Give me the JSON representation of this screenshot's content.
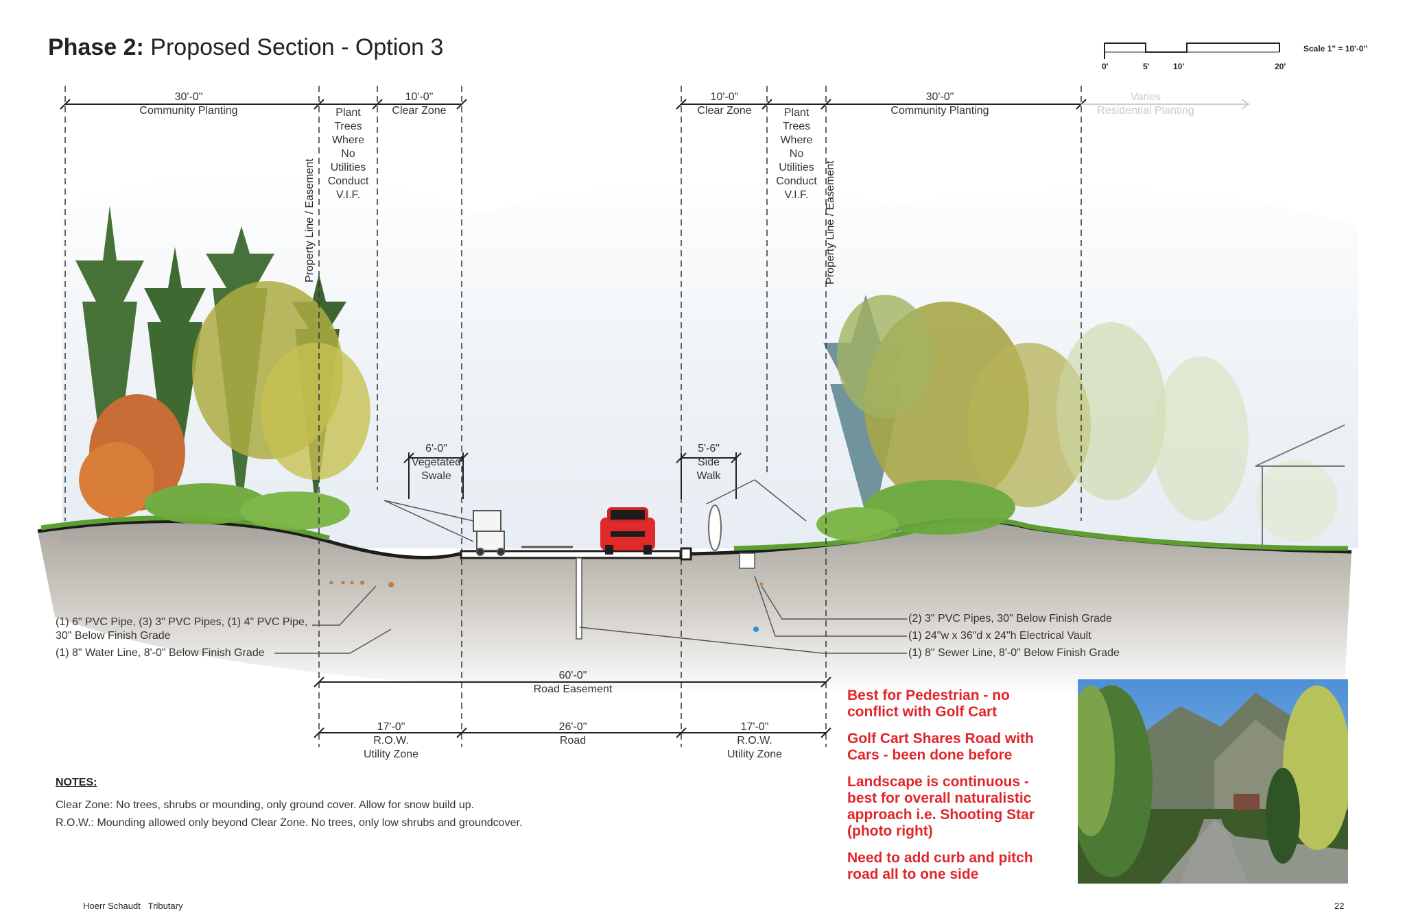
{
  "header": {
    "title_bold": "Phase 2:",
    "title_rest": " Proposed Section - Option 3"
  },
  "scale_bar": {
    "ticks": [
      "0'",
      "5'",
      "10'",
      "20'"
    ],
    "label": "Scale 1\" = 10'-0\""
  },
  "top_dimensions": {
    "left_planting": {
      "dim": "30'-0\"",
      "label": "Community Planting"
    },
    "left_trees": {
      "label_lines": [
        "Plant",
        "Trees",
        "Where",
        "No",
        "Utilities",
        "Conduct",
        "V.I.F."
      ]
    },
    "left_clear": {
      "dim": "10'-0\"",
      "label": "Clear Zone"
    },
    "right_clear": {
      "dim": "10'-0\"",
      "label": "Clear Zone"
    },
    "right_trees": {
      "label_lines": [
        "Plant",
        "Trees",
        "Where",
        "No",
        "Utilities",
        "Conduct",
        "V.I.F."
      ]
    },
    "right_planting": {
      "dim": "30'-0\"",
      "label": "Community Planting"
    },
    "residential": {
      "dim": "Varies",
      "label": "Residential Planting"
    }
  },
  "property_line_label": "Property Line / Easement",
  "swale": {
    "dim": "6'-0\"",
    "lines": [
      "Vegetated",
      "Swale"
    ]
  },
  "sidewalk": {
    "dim": "5'-6\"",
    "lines": [
      "Side",
      "Walk"
    ]
  },
  "utility_callouts_left": [
    {
      "lines": [
        "(1) 6\" PVC Pipe, (3) 3\" PVC Pipes, (1) 4\" PVC Pipe,",
        "30\" Below Finish Grade"
      ]
    },
    {
      "lines": [
        "(1) 8\" Water Line, 8'-0\" Below Finish Grade"
      ]
    }
  ],
  "utility_callouts_right": [
    "(2) 3\" PVC Pipes, 30\" Below Finish Grade",
    "(1) 24\"w x 36\"d x 24\"h Electrical Vault",
    "(1) 8\" Sewer Line, 8'-0\" Below Finish Grade"
  ],
  "bottom_dimensions": {
    "easement": {
      "dim": "60'-0\"",
      "label": "Road Easement"
    },
    "row_left": {
      "dim": "17'-0\"",
      "lines": [
        "R.O.W.",
        "Utility Zone"
      ]
    },
    "road": {
      "dim": "26'-0\"",
      "label": "Road"
    },
    "row_right": {
      "dim": "17'-0\"",
      "lines": [
        "R.O.W.",
        "Utility Zone"
      ]
    }
  },
  "notes": {
    "heading": "NOTES:",
    "items": [
      "Clear Zone: No trees, shrubs or mounding, only ground cover. Allow for snow build up.",
      "R.O.W.: Mounding allowed only beyond Clear Zone. No trees, only low shrubs and groundcover."
    ]
  },
  "comments": [
    {
      "lines": [
        "Best for Pedestrian - no",
        "conflict with Golf Cart"
      ]
    },
    {
      "lines": [
        "Golf Cart Shares Road with",
        "Cars - been done before"
      ]
    },
    {
      "lines": [
        "Landscape is continuous -",
        "best for overall naturalistic",
        "approach i.e. Shooting Star",
        "(photo right)"
      ]
    },
    {
      "lines": [
        "Need to add curb and pitch",
        "road all to one side"
      ]
    }
  ],
  "footer": {
    "firm": "Hoerr Schaudt",
    "project": "Tributary",
    "page": "22"
  },
  "colors": {
    "accent_red": "#e0262b",
    "sky": "#e8eef4",
    "ground": "#a9a39a"
  }
}
